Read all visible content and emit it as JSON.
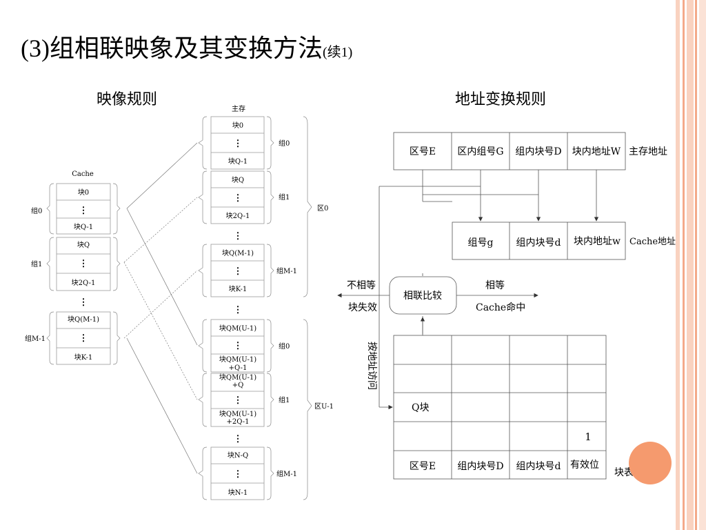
{
  "slide": {
    "title_prefix": "(3)",
    "title_main": "组相联映象及其变换方法",
    "title_suffix": "(续1)",
    "left_heading": "映像规则",
    "right_heading": "地址变换规则"
  },
  "mapping": {
    "main_label": "主存",
    "cache_label": "Cache",
    "cache_blocks": [
      "块0",
      "块Q-1",
      "块Q",
      "块2Q-1",
      "块Q(M-1)",
      "块K-1"
    ],
    "cache_groups": [
      "组0",
      "组1",
      "组M-1"
    ],
    "main_blocks": [
      "块0",
      "块Q-1",
      "块Q",
      "块2Q-1",
      "块Q(M-1)",
      "块K-1",
      "块QM(U-1)",
      "块QM(U-1)",
      "+Q-1",
      "块QM(U-1)",
      "+Q",
      "块QM(U-1)",
      "+2Q-1",
      "块N-Q",
      "块N-1"
    ],
    "main_groups": [
      "组0",
      "组1",
      "组M-1",
      "组0",
      "组1",
      "组M-1"
    ],
    "regions": [
      "区0",
      "区U-1"
    ],
    "dots": "⋮"
  },
  "address": {
    "main_fields": [
      "区号E",
      "区内组号G",
      "组内块号D",
      "块内地址W"
    ],
    "main_label": "主存地址",
    "cache_fields": [
      "组号g",
      "组内块号d",
      "块内地址w"
    ],
    "cache_label": "Cache地址",
    "compare": "相联比较",
    "not_equal": "不相等",
    "miss": "块失效",
    "equal": "相等",
    "hit": "Cache命中",
    "by_address": "按地址访问",
    "q_block": "Q块",
    "valid_one": "1",
    "table_footer": [
      "区号E",
      "组内块号D",
      "组内块号d",
      "有效位"
    ],
    "table_label": "块表"
  }
}
